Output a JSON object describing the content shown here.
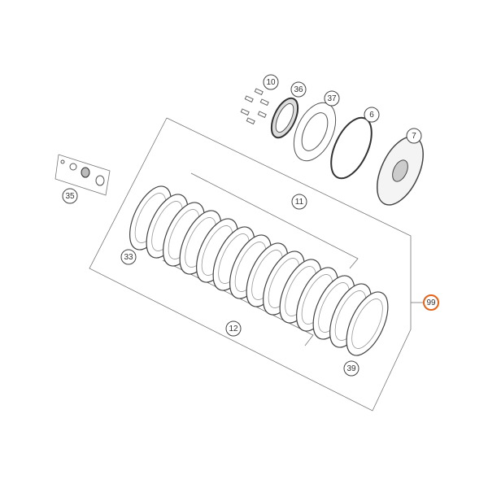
{
  "diagram": {
    "callouts": [
      {
        "id": "10",
        "label": "10"
      },
      {
        "id": "36",
        "label": "36"
      },
      {
        "id": "37",
        "label": "37"
      },
      {
        "id": "6",
        "label": "6"
      },
      {
        "id": "7",
        "label": "7"
      },
      {
        "id": "35",
        "label": "35"
      },
      {
        "id": "11",
        "label": "11"
      },
      {
        "id": "33",
        "label": "33"
      },
      {
        "id": "12",
        "label": "12"
      },
      {
        "id": "39",
        "label": "39"
      },
      {
        "id": "99",
        "label": "99",
        "highlighted": true
      }
    ],
    "highlight_color": "#e2631a"
  }
}
